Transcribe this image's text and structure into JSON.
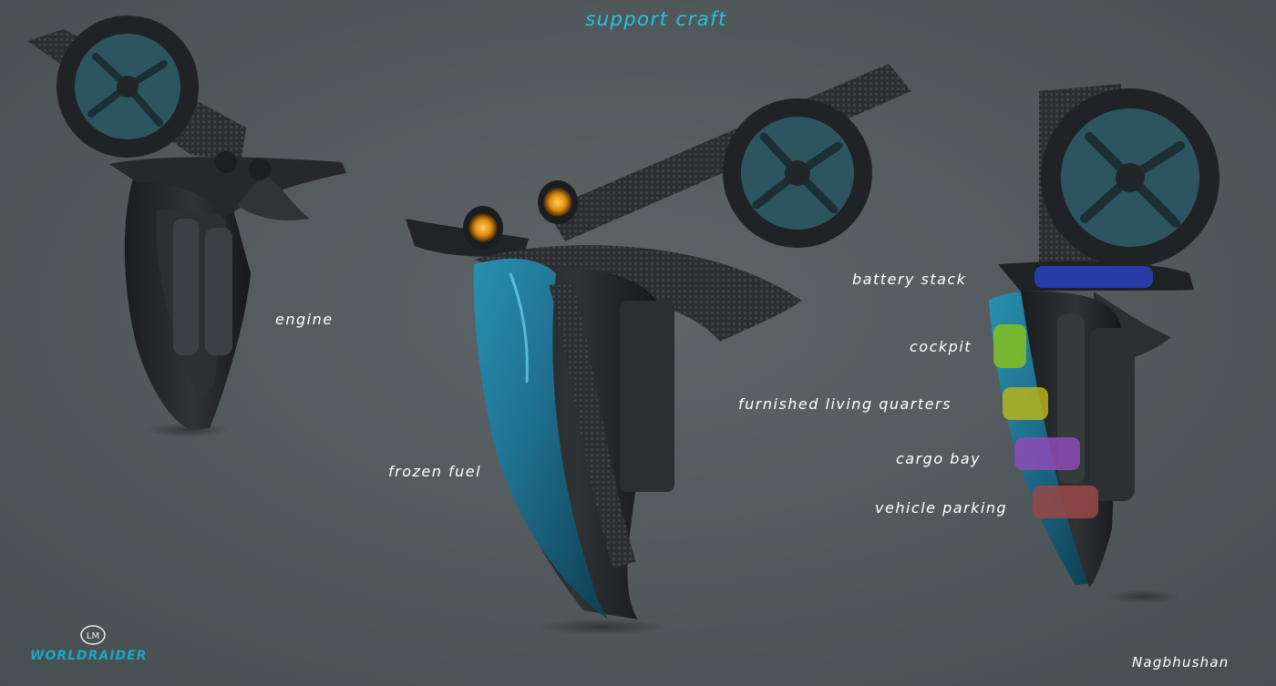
{
  "title": "support craft",
  "labels": {
    "engine": "engine",
    "frozen_fuel": "frozen fuel",
    "battery_stack": "battery stack",
    "cockpit": "cockpit",
    "living_quarters": "furnished living quarters",
    "cargo_bay": "cargo bay",
    "vehicle_parking": "vehicle parking"
  },
  "zone_colors": {
    "battery_stack": "#2a44c8",
    "cockpit": "#86c11e",
    "living_quarters": "#b6b41a",
    "cargo_bay": "#8d4bb6",
    "vehicle_parking": "#9a4848"
  },
  "logo": {
    "name": "WORLDRAIDER",
    "mark": "LM"
  },
  "credit": "Nagbhushan"
}
